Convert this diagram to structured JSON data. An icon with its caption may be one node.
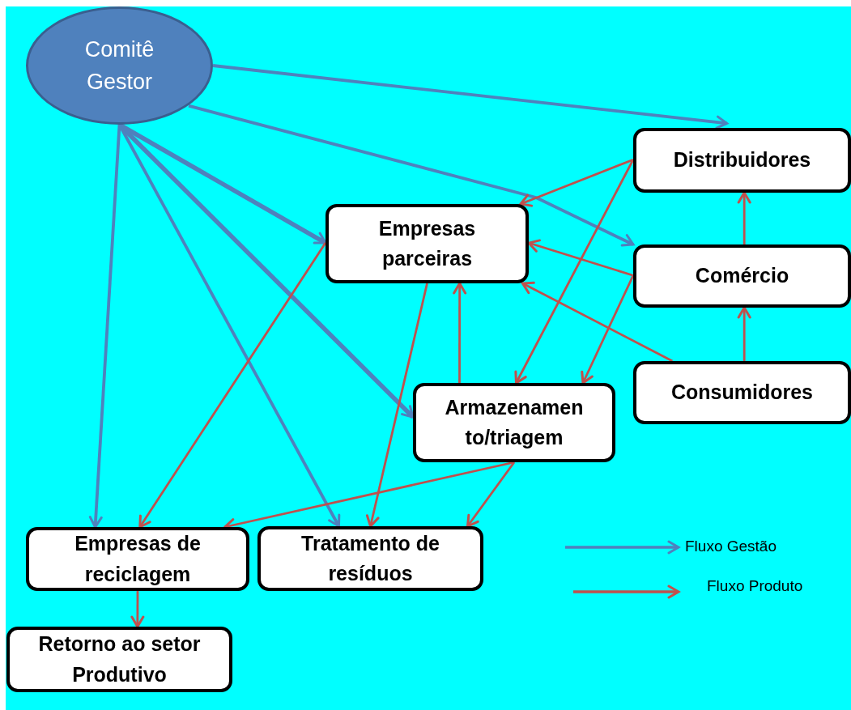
{
  "diagram": {
    "nodes": [
      {
        "text": [
          "Comitê Gestor"
        ]
      },
      {
        "text": [
          "Distribuidores"
        ]
      },
      {
        "text": [
          "Empresas parceiras"
        ]
      },
      {
        "text": [
          "Comércio"
        ]
      },
      {
        "text": [
          "Armazenamen to/triagem"
        ]
      },
      {
        "text": [
          "Consumidores"
        ]
      },
      {
        "text": [
          "Empresas de reciclagem"
        ]
      },
      {
        "text": [
          "Tratamento de resíduos"
        ]
      },
      {
        "text": [
          "Retorno ao setor Produtivo"
        ]
      }
    ],
    "edges": [
      {
        "from": 0,
        "to": 1,
        "arrow": "to",
        "color": "#4f81bd"
      },
      {
        "from": 0,
        "to": 3,
        "arrow": "to",
        "color": "#4f81bd"
      },
      {
        "from": 0,
        "to": 2,
        "arrow": "to",
        "color": "#4f81bd",
        "style": "thick"
      },
      {
        "from": 0,
        "to": 4,
        "arrow": "to",
        "color": "#4f81bd",
        "style": "thick"
      },
      {
        "from": 0,
        "to": 7,
        "arrow": "to",
        "color": "#4f81bd"
      },
      {
        "from": 0,
        "to": 6,
        "arrow": "to",
        "color": "#4f81bd"
      },
      {
        "from": 1,
        "to": 2,
        "arrow": "to"
      },
      {
        "from": 1,
        "to": 4,
        "arrow": "to"
      },
      {
        "from": 3,
        "to": 1,
        "arrow": "to"
      },
      {
        "from": 3,
        "to": 2,
        "arrow": "to"
      },
      {
        "from": 3,
        "to": 4,
        "arrow": "to"
      },
      {
        "from": 5,
        "to": 2,
        "arrow": "to"
      },
      {
        "from": 5,
        "to": 3,
        "arrow": "to"
      },
      {
        "from": 4,
        "to": 2,
        "arrow": "to"
      },
      {
        "from": 2,
        "to": 6,
        "arrow": "to"
      },
      {
        "from": 2,
        "to": 7,
        "arrow": "to"
      },
      {
        "from": 4,
        "to": 6,
        "arrow": "to"
      },
      {
        "from": 4,
        "to": 7,
        "arrow": "to"
      },
      {
        "from": 6,
        "to": 8,
        "arrow": "to"
      }
    ],
    "legend": [
      {
        "text": "Fluxo Gestão"
      },
      {
        "text": "Fluxo Produto"
      }
    ]
  }
}
